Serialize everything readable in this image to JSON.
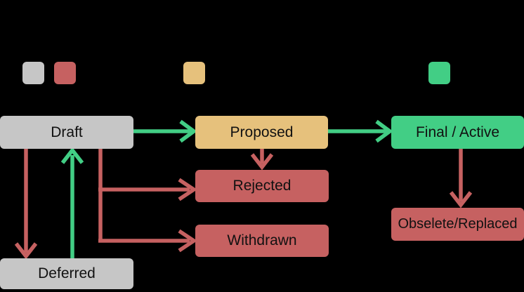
{
  "diagram": {
    "title": "status-flow-diagram",
    "colors": {
      "background": "#000000",
      "gray": "#c6c6c6",
      "red": "#c66161",
      "tan": "#e6c17c",
      "green": "#42ce85",
      "text": "#111111"
    },
    "legend": {
      "swatches": [
        {
          "name": "gray-swatch",
          "color": "#c6c6c6"
        },
        {
          "name": "red-swatch",
          "color": "#c66161"
        },
        {
          "name": "tan-swatch",
          "color": "#e6c17c"
        },
        {
          "name": "green-swatch",
          "color": "#42ce85"
        }
      ]
    },
    "nodes": {
      "draft": {
        "label": "Draft",
        "color": "#c6c6c6"
      },
      "proposed": {
        "label": "Proposed",
        "color": "#e6c17c"
      },
      "final": {
        "label": "Final / Active",
        "color": "#42ce85"
      },
      "rejected": {
        "label": "Rejected",
        "color": "#c66161"
      },
      "withdrawn": {
        "label": "Withdrawn",
        "color": "#c66161"
      },
      "deferred": {
        "label": "Deferred",
        "color": "#c6c6c6"
      },
      "obsolete": {
        "label": "Obselete/Replaced",
        "color": "#c66161"
      }
    },
    "edges": [
      {
        "from": "Draft",
        "to": "Proposed",
        "color": "green"
      },
      {
        "from": "Proposed",
        "to": "Final / Active",
        "color": "green"
      },
      {
        "from": "Proposed",
        "to": "Rejected",
        "color": "red"
      },
      {
        "from": "Final / Active",
        "to": "Obselete/Replaced",
        "color": "red"
      },
      {
        "from": "Draft",
        "to": "Deferred",
        "color": "red"
      },
      {
        "from": "Deferred",
        "to": "Draft",
        "color": "green"
      },
      {
        "from": "Draft",
        "to": "Rejected",
        "color": "red"
      },
      {
        "from": "Draft",
        "to": "Withdrawn",
        "color": "red"
      }
    ]
  }
}
